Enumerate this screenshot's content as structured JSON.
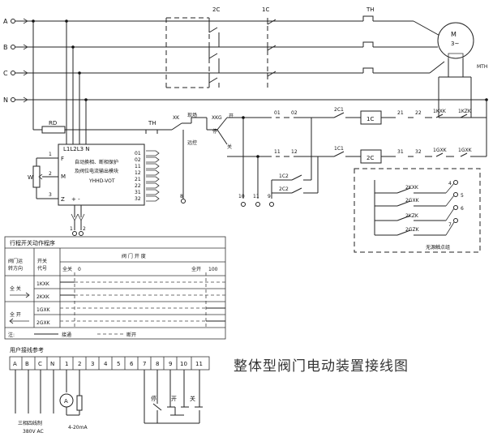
{
  "diagram_title": "整体型阀门电动装置接线图",
  "phases": [
    "A",
    "B",
    "C",
    "N"
  ],
  "power_labels": {
    "contactor_2c": "2C",
    "contactor_1c": "1C",
    "thermal_relay": "TH",
    "motor": "M",
    "motor_phase": "3~",
    "motor_thermal": "MTH",
    "resistor": "RD"
  },
  "module": {
    "line1": "自动换相、断相保护",
    "line2": "及阀位电流输出模块",
    "line3": "YHHD-VOT",
    "top_terminals": "L1L2L3 N",
    "side_terminals": [
      "F",
      "M",
      "Z"
    ],
    "side_numbers": [
      "1",
      "2",
      "3"
    ],
    "out_terminals": [
      "01",
      "02",
      "11",
      "12",
      "21",
      "22",
      "31",
      "32"
    ],
    "pot_label": "W",
    "plus_minus": "+ -",
    "ch_numbers": [
      "1",
      "2"
    ]
  },
  "control": {
    "th": "TH",
    "xk": "XK",
    "local": "现场",
    "remote": "远控",
    "xkg": "XKG",
    "open": "开",
    "stop": "停",
    "close": "关",
    "contacts_top": [
      "01",
      "02",
      "2C1",
      "21",
      "22",
      "1KXK",
      "1KZK"
    ],
    "contacts_bottom": [
      "11",
      "12",
      "1C1",
      "31",
      "32",
      "1GXK",
      "1GZK"
    ],
    "coil_1c": "1C",
    "coil_2c": "2C",
    "aux_1c2": "1C2",
    "aux_2c2": "2C2",
    "terminals": [
      "8",
      "10",
      "11",
      "9"
    ]
  },
  "passive_box": {
    "contacts": [
      "2KXK",
      "2GXK",
      "2KZK",
      "2GZK"
    ],
    "terminals": [
      "4",
      "5",
      "6",
      "7"
    ],
    "label": "无源触点组"
  },
  "table": {
    "title": "行程开关动作程序",
    "col1_header": [
      "阀门运",
      "转方向"
    ],
    "col2_header": [
      "开关",
      "代号"
    ],
    "col3_header": "阀    门    开    度",
    "close_label": "全关",
    "close_value": "0",
    "open_label": "全开",
    "open_value": "100",
    "rows": [
      {
        "dir": "全  关",
        "codes": [
          "1KXK",
          "2KXK"
        ]
      },
      {
        "dir": "全  开",
        "codes": [
          "1GXK",
          "2GXK"
        ]
      }
    ],
    "note_prefix": "注:",
    "legend_on": "接通",
    "legend_off": "断开"
  },
  "user_wiring": {
    "title": "用户接线参考",
    "top_terms": [
      "A",
      "B",
      "C",
      "N",
      "1",
      "2",
      "3",
      "4",
      "5",
      "6",
      "7",
      "8",
      "9",
      "10",
      "11"
    ],
    "three_phase": "三相四线制",
    "voltage": "380V AC",
    "current": "4-20mA",
    "meter": "A",
    "sw_stop": "停",
    "sw_open": "开",
    "sw_close": "关"
  }
}
